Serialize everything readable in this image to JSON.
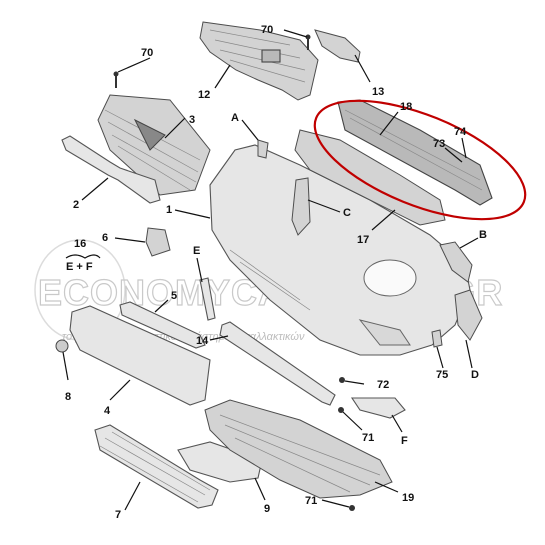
{
  "labels": {
    "l70a": "70",
    "l70b": "70",
    "l12": "12",
    "l13": "13",
    "l18": "18",
    "l74": "74",
    "l73": "73",
    "l3": "3",
    "lA": "A",
    "l2": "2",
    "l1": "1",
    "lC": "C",
    "l17": "17",
    "l6": "6",
    "l16": "16",
    "lEF": "E + F",
    "lE": "E",
    "lB": "B",
    "l5": "5",
    "l14": "14",
    "l8": "8",
    "l4": "4",
    "l72": "72",
    "l71a": "71",
    "lF": "F",
    "l75": "75",
    "lD": "D",
    "l7": "7",
    "l9": "9",
    "l71b": "71",
    "l19": "19"
  },
  "watermark": {
    "brand": "ECONOMYCARPARTS.GR",
    "tagline": "το μεγαλύτερο πλαστικό κατάστημα ανταλλακτικών"
  },
  "colors": {
    "highlight": "#c00000",
    "part_fill": "#e6e6e6",
    "part_stroke": "#555555"
  }
}
